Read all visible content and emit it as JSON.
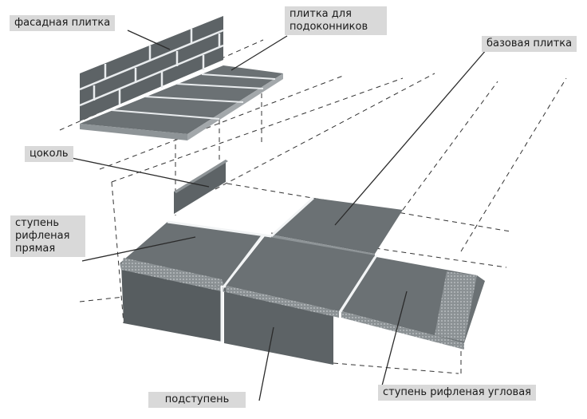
{
  "labels": {
    "facade": "фасадная плитка",
    "sill": "плитка для\nподоконников",
    "base": "базовая плитка",
    "plinth": "цоколь",
    "step_straight": "ступень\nрифленая\nпрямая",
    "riser": "подступень",
    "step_corner": "ступень рифленая угловая"
  },
  "colors": {
    "tile_dark": "#5d6366",
    "tile_mid": "#707679",
    "tile_light": "#8a9093",
    "label_bg": "#d9d9d9",
    "line": "#333333"
  }
}
